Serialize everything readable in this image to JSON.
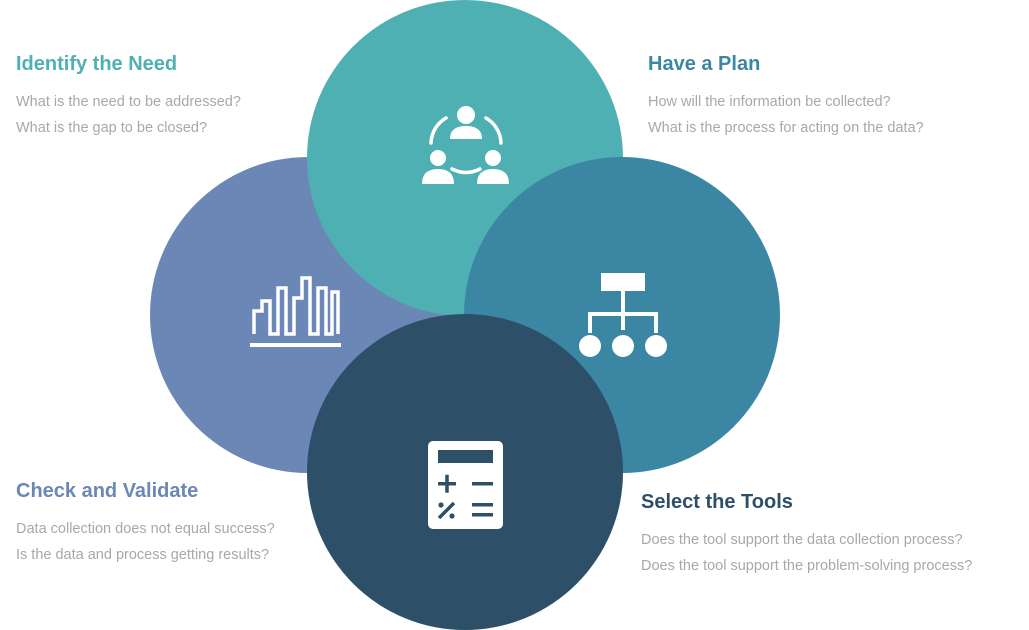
{
  "sections": {
    "identify": {
      "title": "Identify the Need",
      "lines": [
        "What is the need to be addressed?",
        "What is the gap to be closed?"
      ],
      "color": "#4fb0b4",
      "icon": "team-collaboration-icon"
    },
    "plan": {
      "title": "Have a Plan",
      "lines": [
        "How will the information be collected?",
        "What is the process for acting on the data?"
      ],
      "color": "#3b87a3",
      "icon": "hierarchy-chart-icon"
    },
    "check": {
      "title": "Check and Validate",
      "lines": [
        "Data collection does not equal success?",
        "Is the data and process getting results?"
      ],
      "color": "#6b87b6",
      "icon": "bar-chart-icon"
    },
    "tools": {
      "title": "Select the Tools",
      "lines": [
        "Does the tool support the data collection process?",
        "Does the tool support the problem-solving process?"
      ],
      "color": "#2d4f68",
      "icon": "calculator-icon"
    }
  },
  "text_color_muted": "#a8a8a8"
}
